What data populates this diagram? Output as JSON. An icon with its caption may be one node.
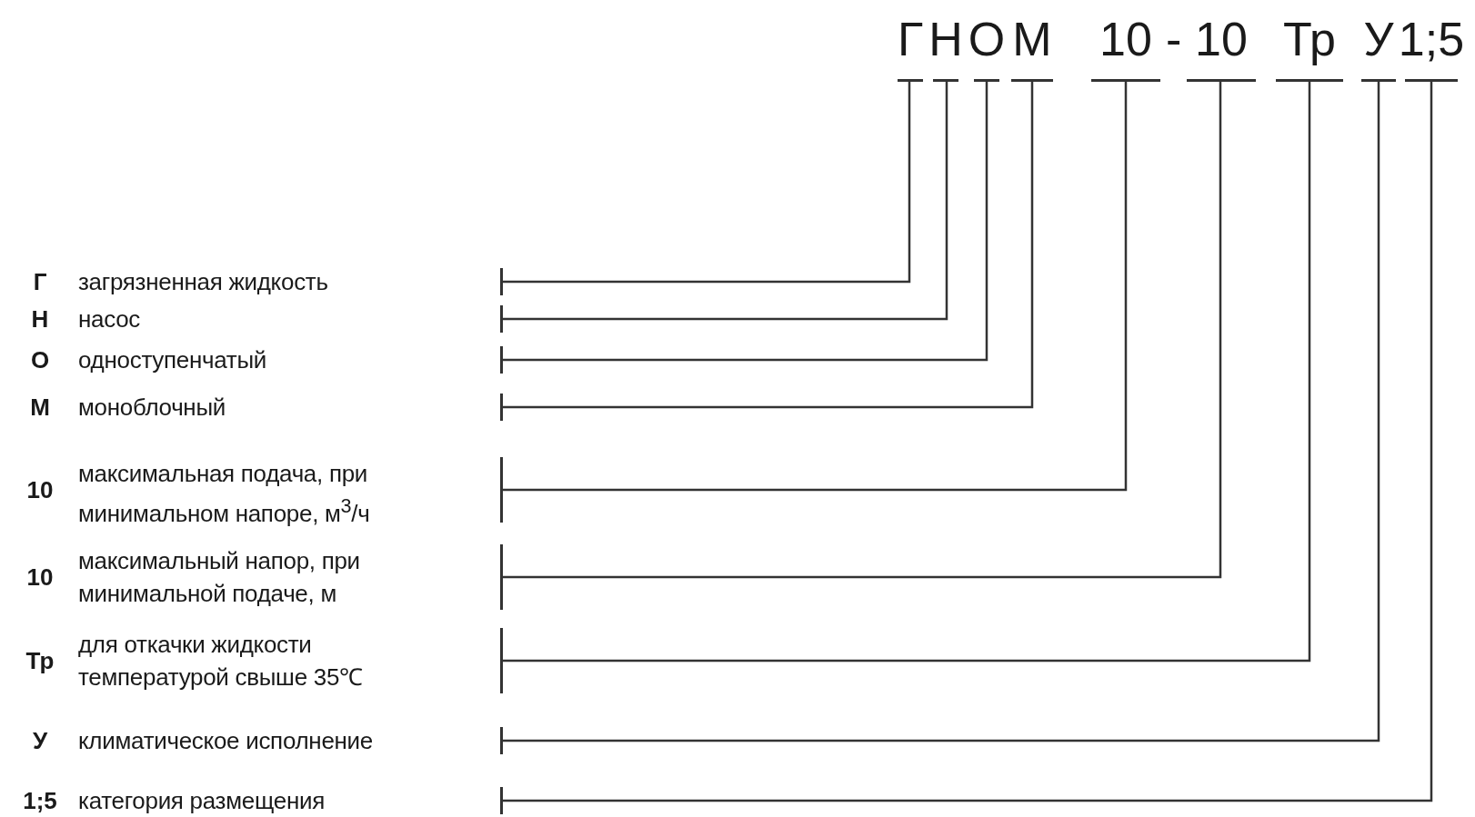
{
  "diagram": {
    "nodes": [
      {
        "text": [
          "Г"
        ]
      },
      {
        "text": [
          "Н"
        ]
      },
      {
        "text": [
          "О"
        ]
      },
      {
        "text": [
          "М"
        ]
      },
      {
        "text": [
          "10"
        ]
      },
      {
        "text": [
          "10"
        ]
      },
      {
        "text": [
          "Тр"
        ]
      },
      {
        "text": [
          "У"
        ]
      },
      {
        "text": [
          "1;5"
        ]
      },
      {
        "text": [
          "Г",
          "загрязненная жидкость"
        ]
      },
      {
        "text": [
          "Н",
          "насос"
        ]
      },
      {
        "text": [
          "О",
          "одноступенчатый"
        ]
      },
      {
        "text": [
          "М",
          "моноблочный"
        ]
      },
      {
        "text": [
          "10",
          "максимальная подача, при минимальном напоре, м$^{3}$/ч"
        ]
      },
      {
        "text": [
          "10",
          "максимальный напор, при минимальной подаче, м"
        ]
      },
      {
        "text": [
          "Тр",
          "для откачки жидкости температурой свыше 35℃"
        ]
      },
      {
        "text": [
          "У",
          "климатическое исполнение"
        ]
      },
      {
        "text": [
          "1;5",
          "категория размещения"
        ]
      }
    ],
    "edges": [
      {
        "from": 9,
        "to": 0,
        "arrow": "none"
      },
      {
        "from": 10,
        "to": 1,
        "arrow": "none"
      },
      {
        "from": 11,
        "to": 2,
        "arrow": "none"
      },
      {
        "from": 12,
        "to": 3,
        "arrow": "none"
      },
      {
        "from": 13,
        "to": 4,
        "arrow": "none"
      },
      {
        "from": 14,
        "to": 5,
        "arrow": "none"
      },
      {
        "from": 15,
        "to": 6,
        "arrow": "none"
      },
      {
        "from": 16,
        "to": 7,
        "arrow": "none"
      },
      {
        "from": 17,
        "to": 8,
        "arrow": "none"
      }
    ],
    "labels": [
      "-"
    ]
  }
}
